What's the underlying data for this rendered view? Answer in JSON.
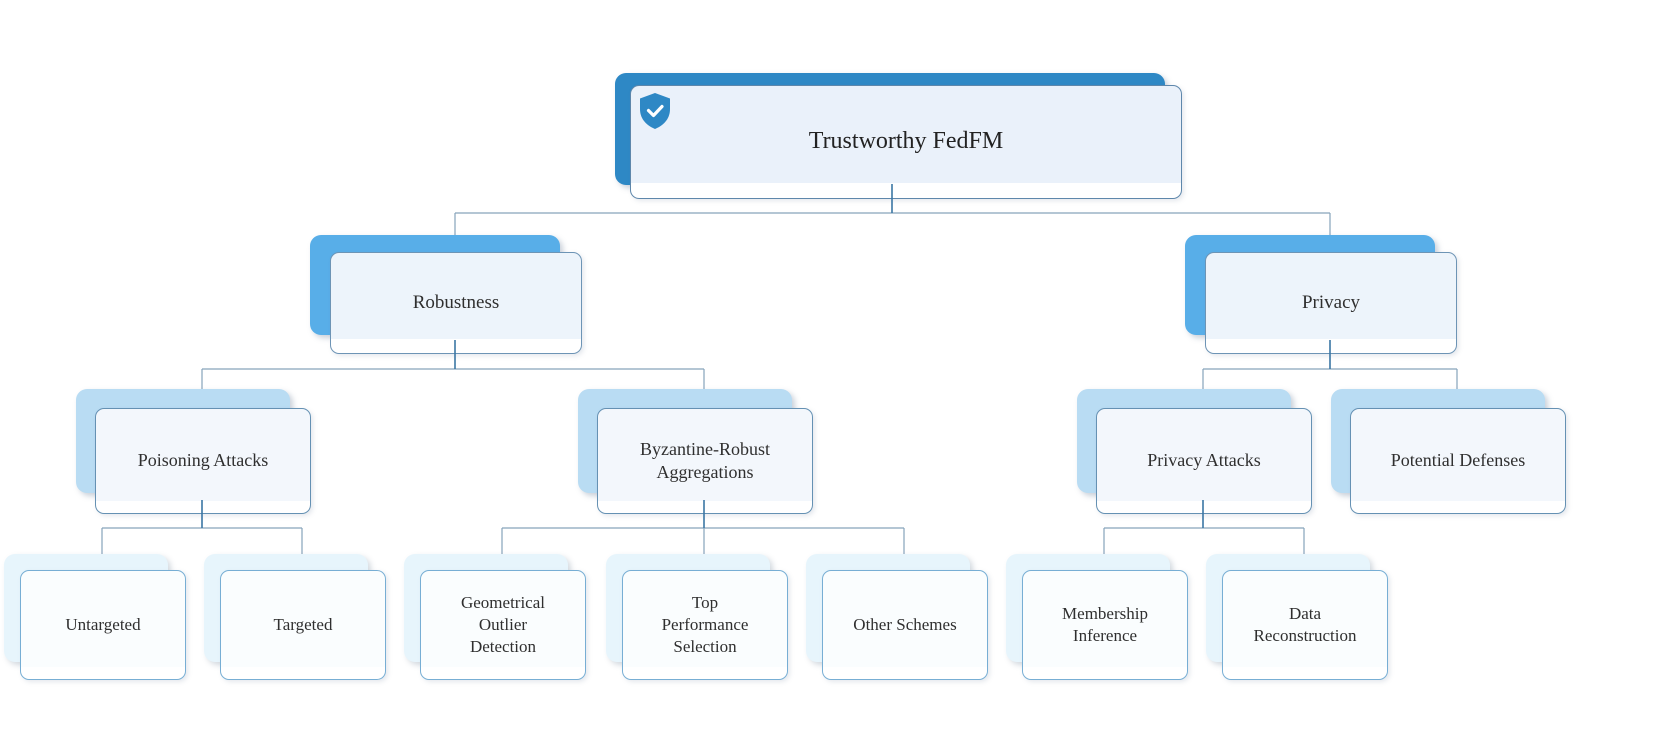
{
  "figure": {
    "root": {
      "label": "Trustworthy FedFM",
      "icon": "shield-check-icon"
    },
    "branches": [
      {
        "label": "Robustness",
        "children": [
          {
            "label": "Poisoning Attacks",
            "children": [
              {
                "label": "Untargeted"
              },
              {
                "label": "Targeted"
              }
            ]
          },
          {
            "label": "Byzantine-Robust\nAggregations",
            "children": [
              {
                "label": "Geometrical\nOutlier\nDetection"
              },
              {
                "label": "Top\nPerformance\nSelection"
              },
              {
                "label": "Other Schemes"
              }
            ]
          }
        ]
      },
      {
        "label": "Privacy",
        "children": [
          {
            "label": "Privacy Attacks",
            "children": [
              {
                "label": "Membership\nInference"
              },
              {
                "label": "Data\nReconstruction"
              }
            ]
          },
          {
            "label": "Potential Defenses",
            "children": []
          }
        ]
      }
    ],
    "colors": {
      "root_panel": "#2e88c5",
      "branch_panel": "#58aee8",
      "sub_panel": "#b9dcf3",
      "leaf_panel": "#e7f5fc",
      "root_fill": "#eaf1fa",
      "connector": "#86a3bb",
      "connector_stub": "#3a76a4"
    }
  }
}
